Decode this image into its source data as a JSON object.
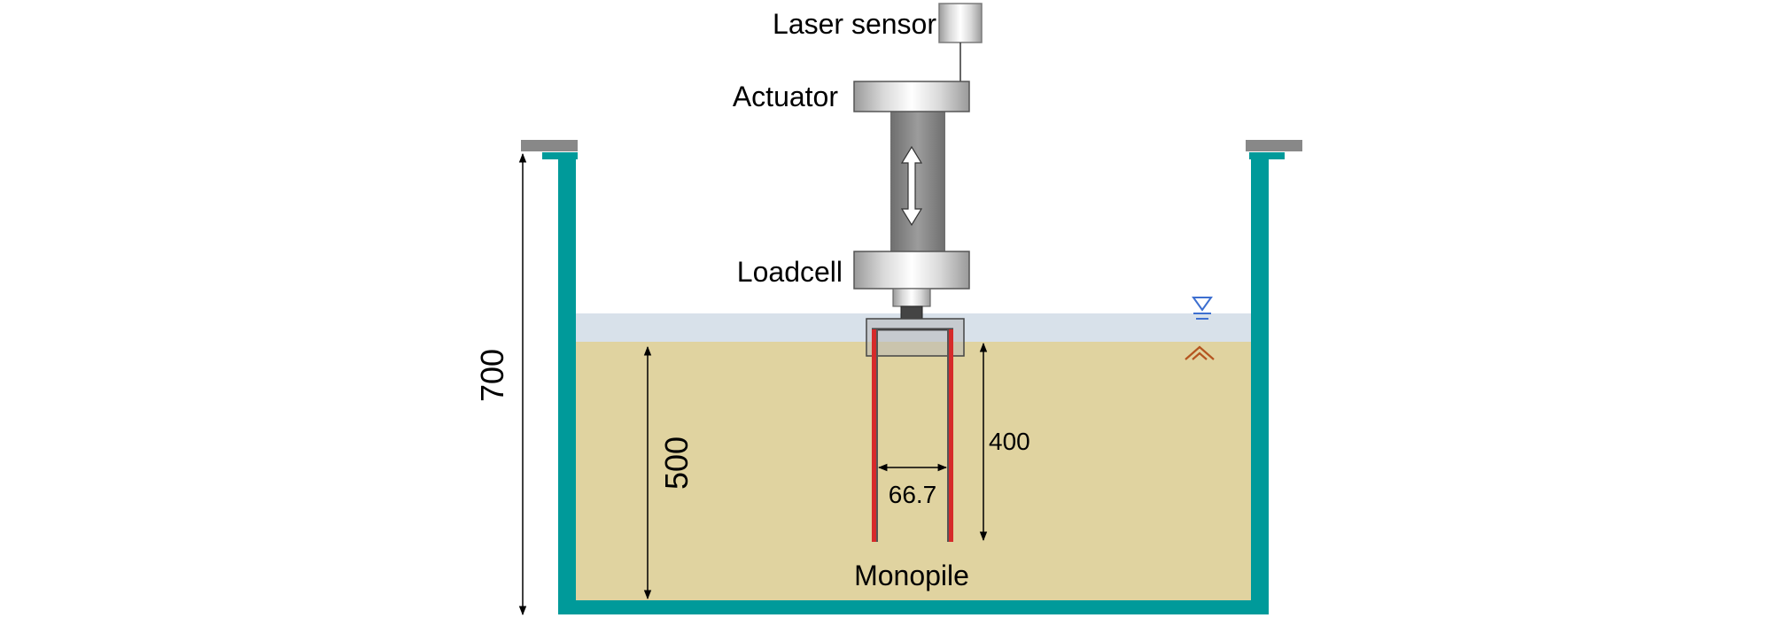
{
  "labels": {
    "laser_sensor": "Laser sensor",
    "actuator": "Actuator",
    "loadcell": "Loadcell",
    "monopile": "Monopile"
  },
  "dimensions": {
    "tank_height": "700",
    "soil_depth": "500",
    "pile_length": "400",
    "pile_diameter": "66.7"
  },
  "colors": {
    "tank": "#009a9a",
    "water": "#d8e1ea",
    "soil": "#e0d3a0",
    "pile": "#d62a2a",
    "device_gray": "#888888",
    "water_symbol": "#3d6fd0",
    "soil_symbol": "#b5541f"
  }
}
